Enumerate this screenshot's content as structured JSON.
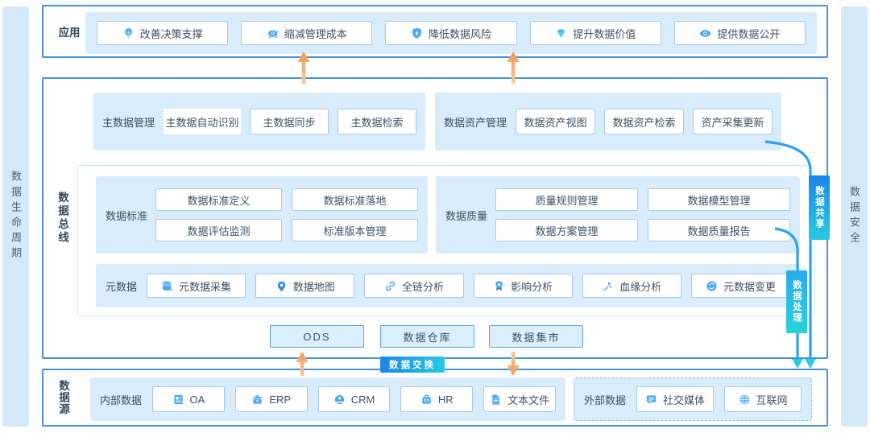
{
  "side_bars": {
    "left": "数据生命周期",
    "right": "数据安全"
  },
  "app_section": {
    "label": "应用",
    "buttons": [
      {
        "icon": "bulb",
        "label": "改善决策支撑"
      },
      {
        "icon": "piggy-bank",
        "label": "缩减管理成本"
      },
      {
        "icon": "shield",
        "label": "降低数据风险"
      },
      {
        "icon": "diamond",
        "label": "提升数据价值"
      },
      {
        "icon": "eye",
        "label": "提供数据公开"
      }
    ]
  },
  "governance_section": {
    "label": "数据总线",
    "master_data": {
      "label": "主数据管理",
      "buttons": [
        "主数据自动识别",
        "主数据同步",
        "主数据检索"
      ]
    },
    "data_asset": {
      "label": "数据资产管理",
      "buttons": [
        "数据资产视图",
        "数据资产检索",
        "资产采集更新"
      ]
    },
    "data_standard": {
      "label": "数据标准",
      "buttons": [
        "数据标准定义",
        "数据标准落地",
        "数据评估监测",
        "标准版本管理"
      ]
    },
    "data_quality": {
      "label": "数据质量",
      "buttons": [
        "质量规则管理",
        "数据模型管理",
        "数据方案管理",
        "数据质量报告"
      ]
    },
    "metadata": {
      "label": "元数据",
      "buttons": [
        {
          "icon": "database",
          "label": "元数据采集"
        },
        {
          "icon": "map-pin",
          "label": "数据地图"
        },
        {
          "icon": "chain-link",
          "label": "全链分析"
        },
        {
          "icon": "medal",
          "label": "影响分析"
        },
        {
          "icon": "lineage-arrow",
          "label": "血缘分析"
        },
        {
          "icon": "refresh-circle",
          "label": "元数据变更"
        }
      ]
    },
    "storage_boxes": [
      "ODS",
      "数据仓库",
      "数据集市"
    ]
  },
  "tags": {
    "data_sharing": "数据共享",
    "data_processing": "数据处理",
    "data_exchange": "数据交换"
  },
  "source_section": {
    "label": "数据源",
    "internal": {
      "label": "内部数据",
      "buttons": [
        {
          "icon": "oa-doc",
          "label": "OA"
        },
        {
          "icon": "erp-box",
          "label": "ERP"
        },
        {
          "icon": "crm-badge",
          "label": "CRM"
        },
        {
          "icon": "hr-people",
          "label": "HR"
        },
        {
          "icon": "text-file",
          "label": "文本文件"
        }
      ]
    },
    "external": {
      "label": "外部数据",
      "buttons": [
        {
          "icon": "chat-bubble",
          "label": "社交媒体"
        },
        {
          "icon": "globe",
          "label": "互联网"
        }
      ]
    }
  },
  "colors": {
    "accent_border": "#4a90d9",
    "panel_bg": "#d9ecfb",
    "button_border": "#a3c9ee",
    "text": "#3e5062",
    "tag_gradient_start": "#1a86e8",
    "tag_gradient_end": "#27cbe2",
    "orange_arrow": "#f3a76b",
    "connector_blue": "#2ba3ee"
  }
}
